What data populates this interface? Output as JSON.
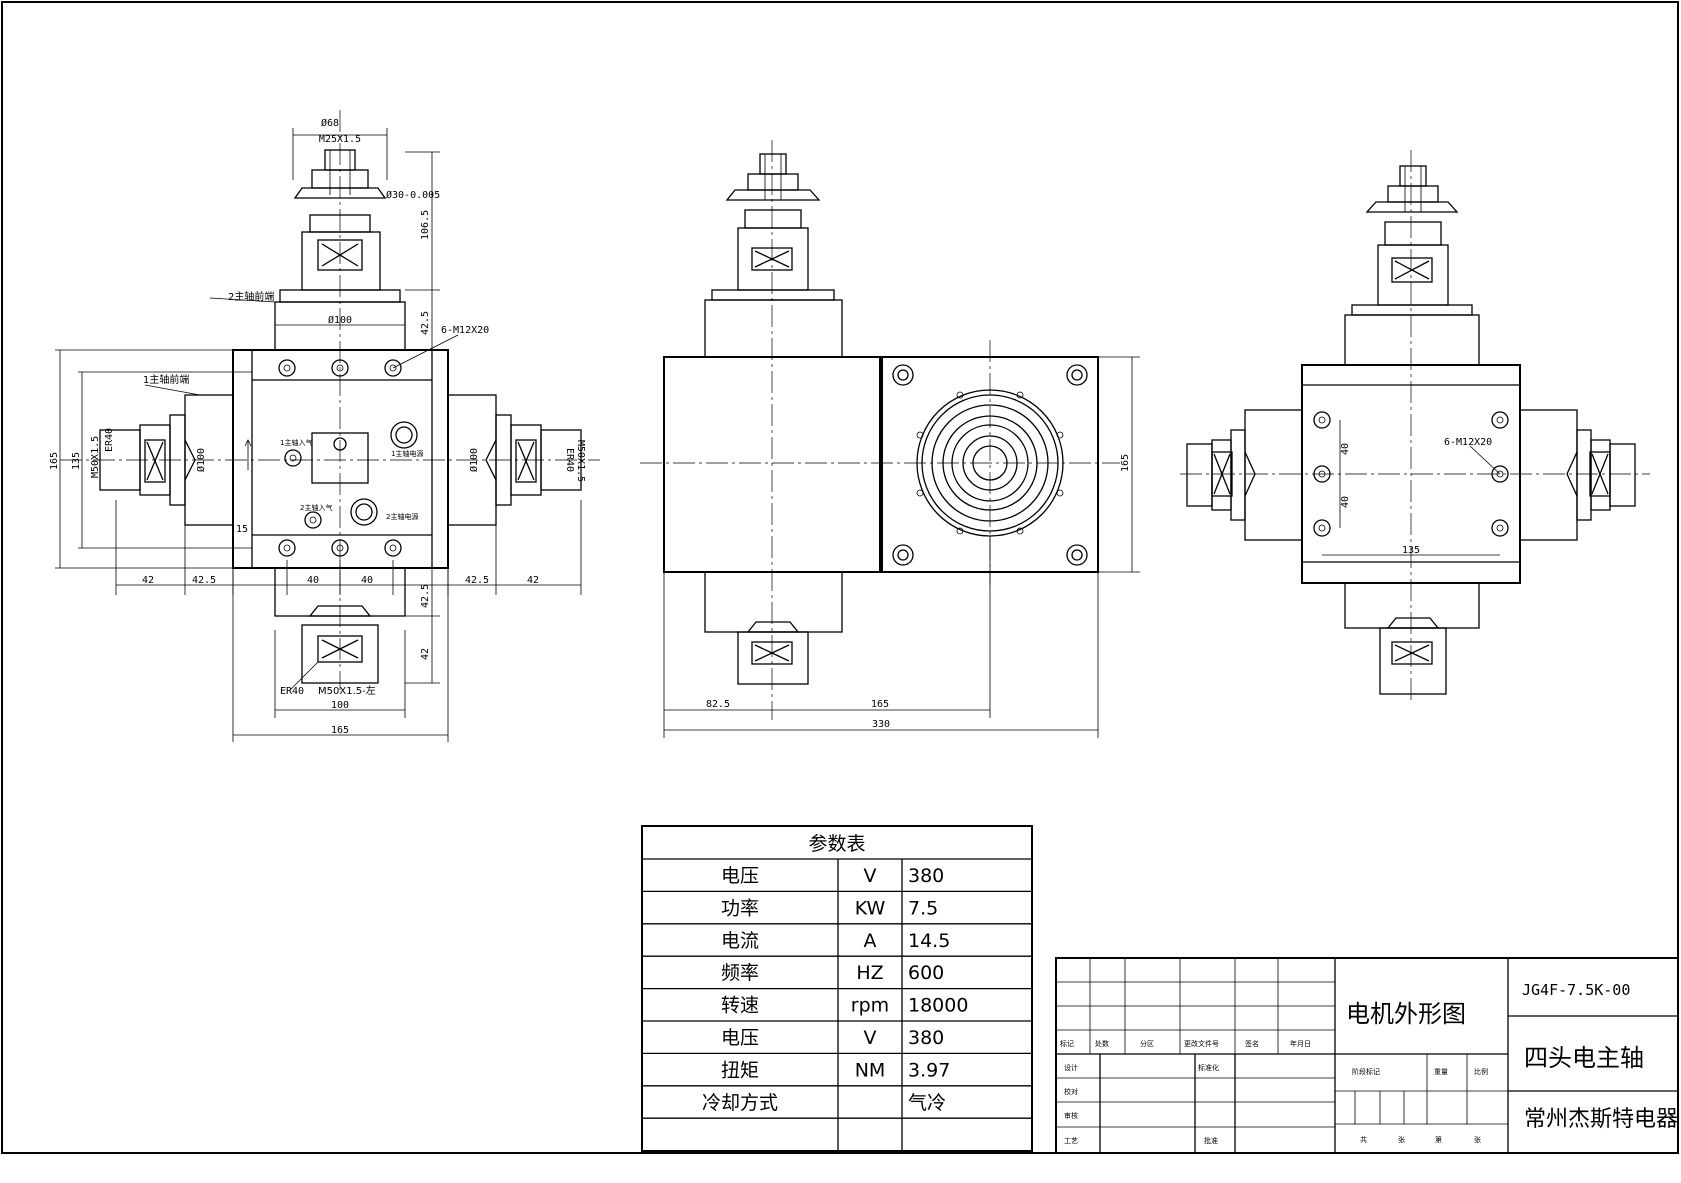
{
  "dimensions": {
    "left_view": {
      "d68": "Ø68",
      "m25": "M25X1.5",
      "d30": "Ø30-0.005",
      "h106": "106.5",
      "spindle2": "2主轴前端",
      "d100_top": "Ø100",
      "h42_top": "42.5",
      "holes": "6-M12X20",
      "spindle1": "1主轴前端",
      "h165": "165",
      "h135": "135",
      "m50_left": "M50X1.5",
      "er40_left": "ER40",
      "d100_left": "Ø100",
      "d100_right": "Ø100",
      "er40_right": "ER40",
      "m50_right": "M50X1.5",
      "in1": "1主轴入气",
      "out1": "1主轴电源",
      "in2": "2主轴入气",
      "out2": "2主轴电源",
      "w15": "15",
      "w42_l": "42",
      "w425_l": "42.5",
      "w40_a": "40",
      "w40_b": "40",
      "w425_r": "42.5",
      "w42_r": "42",
      "h42_bot": "42.5",
      "h42_b2": "42",
      "er40_bot": "ER40",
      "m50_bot": "M50X1.5-左",
      "w100": "100",
      "w165": "165"
    },
    "middle_view": {
      "h165": "165",
      "w825": "82.5",
      "w165": "165",
      "w330": "330"
    },
    "right_view": {
      "holes": "6-M12X20",
      "v40a": "40",
      "v40b": "40",
      "w135": "135"
    }
  },
  "param_table": {
    "title": "参数表",
    "rows": [
      {
        "name": "电压",
        "unit": "V",
        "value": "380"
      },
      {
        "name": "功率",
        "unit": "KW",
        "value": "7.5"
      },
      {
        "name": "电流",
        "unit": "A",
        "value": "14.5"
      },
      {
        "name": "频率",
        "unit": "HZ",
        "value": "600"
      },
      {
        "name": "转速",
        "unit": "rpm",
        "value": "18000"
      },
      {
        "name": "电压",
        "unit": "V",
        "value": "380"
      },
      {
        "name": "扭矩",
        "unit": "NM",
        "value": "3.97"
      },
      {
        "name": "冷却方式",
        "unit": "",
        "value": "气冷"
      },
      {
        "name": "",
        "unit": "",
        "value": ""
      }
    ]
  },
  "title_block": {
    "drawing_name": "电机外形图",
    "drawing_number": "JG4F-7.5K-00",
    "product_name": "四头电主轴",
    "company": "常州杰斯特电器",
    "rev_headers": [
      "标记",
      "处数",
      "分区",
      "更改文件号",
      "签名",
      "年月日"
    ],
    "design": "设计",
    "standardization": "标准化",
    "check": "校对",
    "review": "审核",
    "process": "工艺",
    "approve": "批准",
    "stage_mark": "阶段标记",
    "weight": "重量",
    "scale": "比例",
    "total_sheets": "共",
    "sheet_unit": "张",
    "sheet_no": "第",
    "sheet_unit2": "张"
  }
}
